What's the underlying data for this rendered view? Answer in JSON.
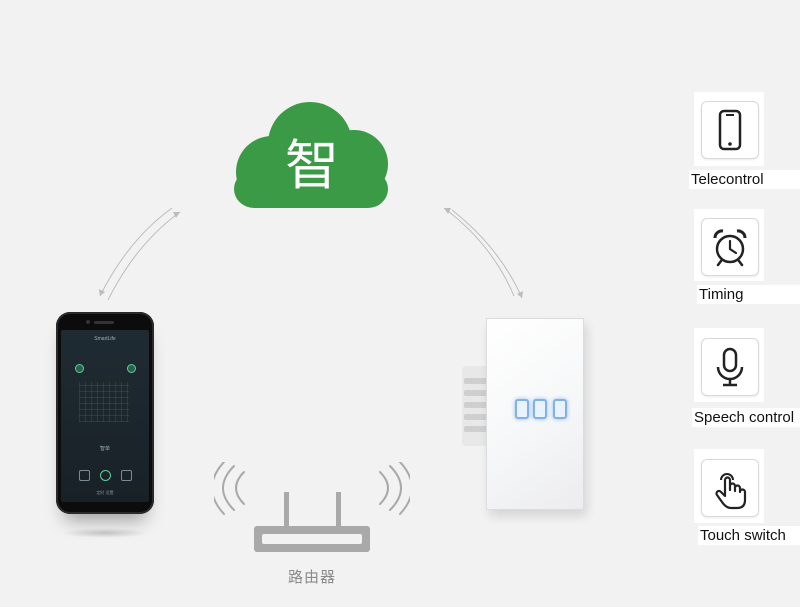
{
  "cloud": {
    "glyph": "智",
    "color": "#3a9a45"
  },
  "router": {
    "label": "路由器"
  },
  "phone": {
    "app_title": "SmartLife",
    "device_label": "智单",
    "footer_text": "定时 设置"
  },
  "switch": {
    "button_count": 3,
    "accent": "#7fb2e8"
  },
  "features": [
    {
      "label": "Telecontrol",
      "icon": "smartphone-icon"
    },
    {
      "label": "Timing",
      "icon": "alarm-clock-icon"
    },
    {
      "label": "Speech control",
      "icon": "microphone-icon"
    },
    {
      "label": "Touch switch",
      "icon": "touch-hand-icon"
    }
  ]
}
